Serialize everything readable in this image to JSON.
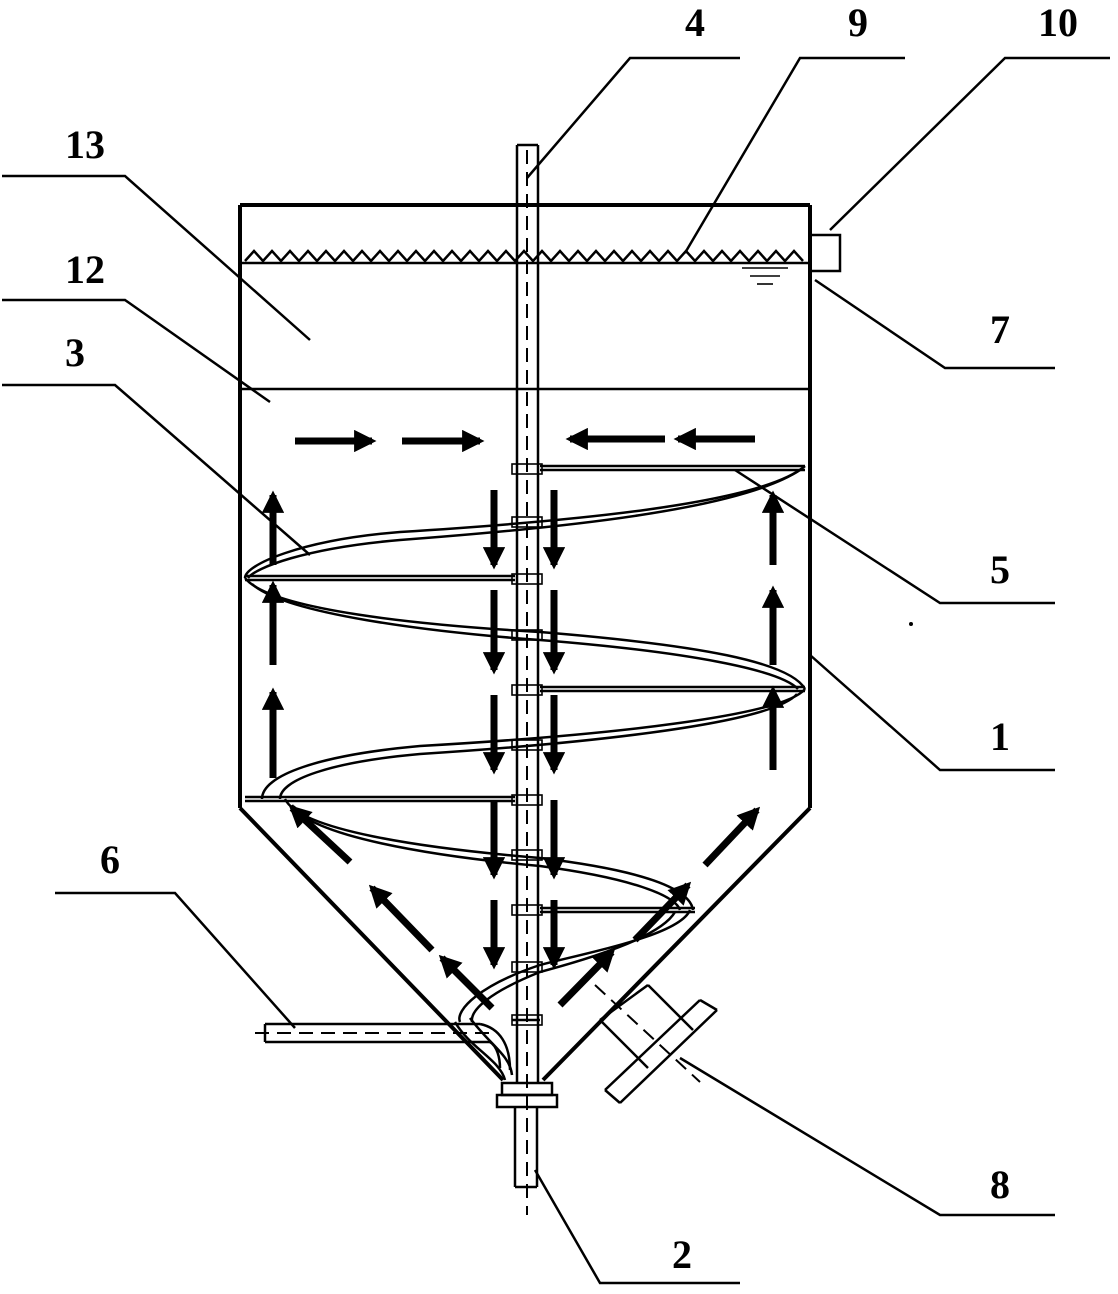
{
  "labels": {
    "l1": "1",
    "l2": "2",
    "l3": "3",
    "l4": "4",
    "l5": "5",
    "l6": "6",
    "l7": "7",
    "l8": "8",
    "l9": "9",
    "l10": "10",
    "l12": "12",
    "l13": "13"
  },
  "colors": {
    "line": "#000000",
    "background": "#ffffff"
  }
}
